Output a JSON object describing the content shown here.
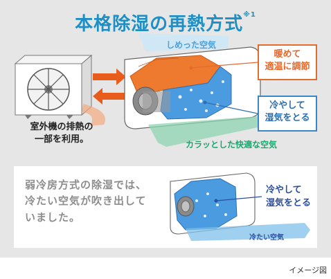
{
  "title": "本格除湿の再熱方式",
  "title_note": "※1",
  "main_diagram": {
    "humid_air_label": "しめった空気",
    "warm_label": "暖めて\n適温に調節",
    "cool_label": "冷やして\n湿気をとる",
    "dry_air_label": "カラッとした快適な空気",
    "outdoor_caption": "室外機の排熱の\n一部を利用。"
  },
  "comparison": {
    "text": "弱冷房方式の除湿では、\n冷たい空気が吹き出して\nいました。",
    "cool_label": "冷やして\n湿気をとる",
    "cold_air_label": "冷たい空気"
  },
  "footnote": "イメージ図",
  "colors": {
    "title": "#1e8fc4",
    "warm": "#e56a2e",
    "cool": "#3b86c8",
    "dry": "#1ea56e",
    "background": "#e6e6e6"
  }
}
